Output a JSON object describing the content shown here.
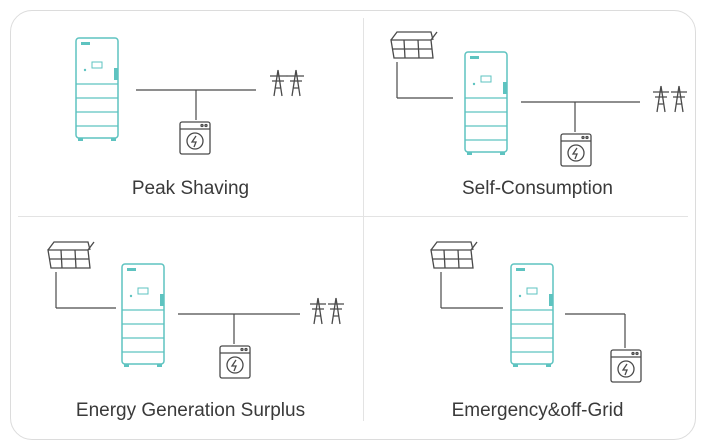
{
  "scenarios": [
    {
      "key": "peak",
      "title": "Peak Shaving"
    },
    {
      "key": "self",
      "title": "Self-Consumption"
    },
    {
      "key": "surplus",
      "title": "Energy Generation Surplus"
    },
    {
      "key": "emergency",
      "title": "Emergency&off-Grid"
    }
  ],
  "colors": {
    "battery": "#5ec3c0",
    "line": "#4a4a4a",
    "border": "#dcdcdc"
  },
  "icons": [
    "solar-panel-icon",
    "battery-cabinet-icon",
    "power-pylon-icon",
    "washing-machine-icon"
  ]
}
